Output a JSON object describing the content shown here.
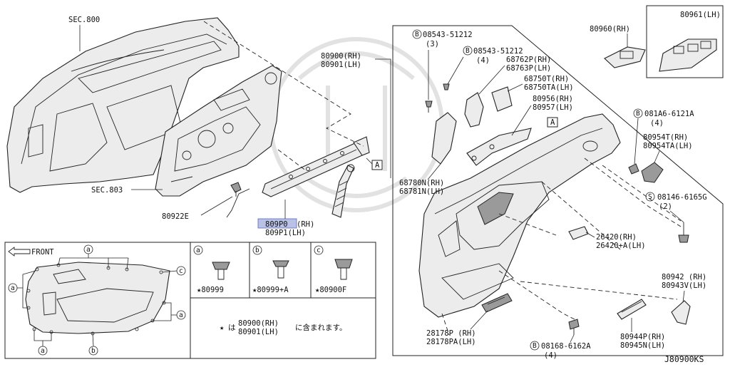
{
  "diagram_id": "J80900KS",
  "labels": {
    "sec800": "SEC.800",
    "sec803": "SEC.803",
    "p80922e": "80922E",
    "p80900_rh": "80900(RH)",
    "p80901_lh": "80901(LH)",
    "p809p0_code": "809P0",
    "p809p0_suffix": "(RH)",
    "p809p1": "809P1(LH)",
    "ref_a": "A",
    "bolt1_code": "08543-51212",
    "bolt1_qty": "(3)",
    "bolt2_code": "08543-51212",
    "bolt2_qty": "(4)",
    "p68762p": "68762P(RH)",
    "p68763p": "68763P(LH)",
    "p68750t": "68750T(RH)",
    "p68750ta": "68750TA(LH)",
    "p80956": "80956(RH)",
    "p80957": "80957(LH)",
    "p68780n": "68780N(RH)",
    "p68781n": "68781N(LH)",
    "p80960": "80960(RH)",
    "p80961": "80961(LH)",
    "bolt3_code": "081A6-6121A",
    "bolt3_qty": "(4)",
    "p80954t": "80954T(RH)",
    "p80954ta": "80954TA(LH)",
    "screw_code": "08146-6165G",
    "screw_qty": "(2)",
    "p26420": "26420(RH)",
    "p26420a": "26420+A(LH)",
    "p80942": "80942 (RH)",
    "p80943v": "80943V(LH)",
    "p80944p": "80944P(RH)",
    "p80945n": "80945N(LH)",
    "bolt4_code": "08168-6162A",
    "bolt4_qty": "(4)",
    "p28178p": "28178P (RH)",
    "p28178pa": "28178PA(LH)"
  },
  "circle_letters": {
    "b": "B",
    "s": "S",
    "a": "a",
    "b_lower": "b",
    "c": "c"
  },
  "legend": {
    "front_label": "FRONT",
    "cell_a_part": "★80999",
    "cell_b_part": "★80999+A",
    "cell_c_part": "★80900F",
    "note_star": "★",
    "note_prefix": "は",
    "note_line1": "80900(RH)",
    "note_line2": "80901(LH)",
    "note_suffix": "に含まれます。"
  }
}
